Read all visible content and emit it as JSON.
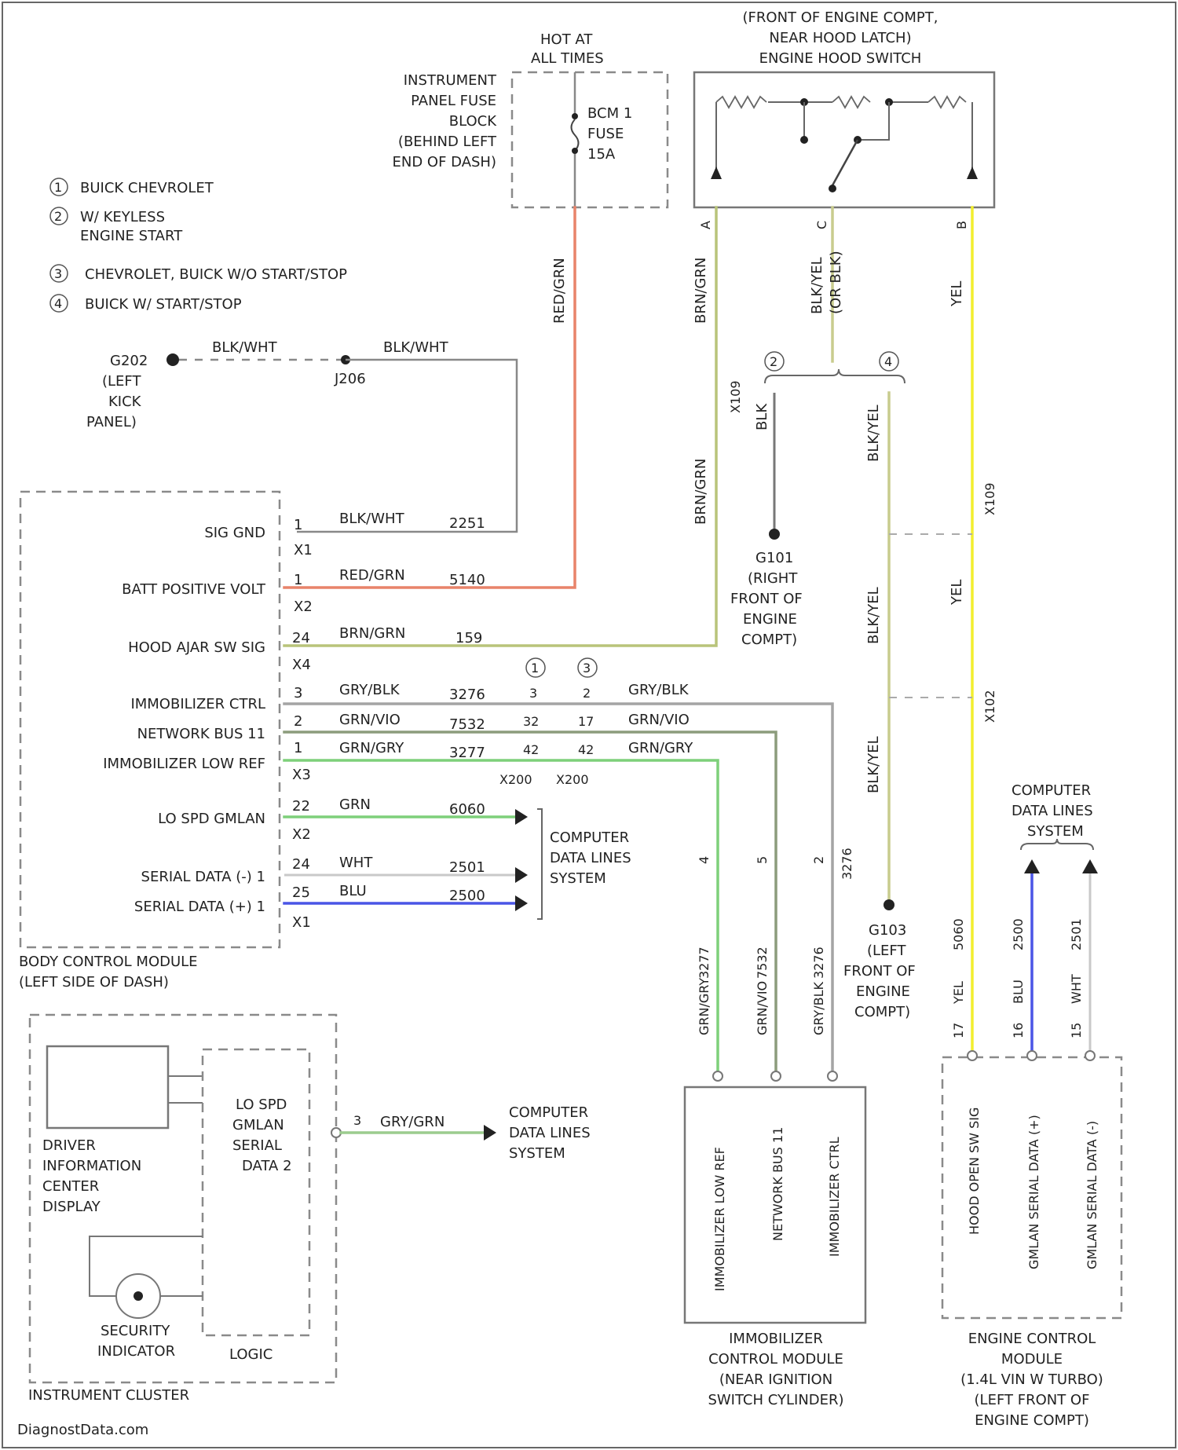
{
  "notes": {
    "n1": "BUICK CHEVROLET",
    "n2a": "W/ KEYLESS",
    "n2b": "ENGINE START",
    "n3": "CHEVROLET, BUICK W/O START/STOP",
    "n4": "BUICK W/ START/STOP",
    "nums": [
      "1",
      "2",
      "3",
      "4"
    ]
  },
  "hot_at": [
    "HOT AT",
    "ALL TIMES"
  ],
  "ipfb": [
    "INSTRUMENT",
    "PANEL FUSE",
    "BLOCK",
    "(BEHIND LEFT",
    "END OF DASH)"
  ],
  "fuse": [
    "BCM 1",
    "FUSE",
    "15A"
  ],
  "hood_switch": [
    "(FRONT OF ENGINE COMPT,",
    "NEAR HOOD LATCH)",
    "ENGINE HOOD SWITCH"
  ],
  "ground_g202": [
    "G202",
    "(LEFT",
    "KICK",
    "PANEL)"
  ],
  "j206": "J206",
  "blkwht": "BLK/WHT",
  "bcm_pins": [
    {
      "name": "SIG GND",
      "pin": "1",
      "conn": "X1",
      "wire": "BLK/WHT",
      "circuit": "2251"
    },
    {
      "name": "BATT POSITIVE VOLT",
      "pin": "1",
      "conn": "X2",
      "wire": "RED/GRN",
      "circuit": "5140"
    },
    {
      "name": "HOOD AJAR SW SIG",
      "pin": "24",
      "conn": "X4",
      "wire": "BRN/GRN",
      "circuit": "159"
    },
    {
      "name": "IMMOBILIZER CTRL",
      "pin": "3",
      "conn": "",
      "wire": "GRY/BLK",
      "circuit": "3276"
    },
    {
      "name": "NETWORK BUS 11",
      "pin": "2",
      "conn": "",
      "wire": "GRN/VIO",
      "circuit": "7532"
    },
    {
      "name": "IMMOBILIZER LOW REF",
      "pin": "1",
      "conn": "X3",
      "wire": "GRN/GRY",
      "circuit": "3277"
    },
    {
      "name": "LO SPD GMLAN",
      "pin": "22",
      "conn": "X2",
      "wire": "GRN",
      "circuit": "6060"
    },
    {
      "name": "SERIAL DATA (-) 1",
      "pin": "24",
      "conn": "",
      "wire": "WHT",
      "circuit": "2501"
    },
    {
      "name": "SERIAL DATA (+) 1",
      "pin": "25",
      "conn": "X1",
      "wire": "BLU",
      "circuit": "2500"
    }
  ],
  "x200": {
    "pins_a": [
      "3",
      "32",
      "42"
    ],
    "pins_b": [
      "2",
      "17",
      "42"
    ],
    "label": "X200"
  },
  "bcm_label": [
    "BODY CONTROL MODULE",
    "(LEFT SIDE OF DASH)"
  ],
  "cdls": [
    "COMPUTER",
    "DATA LINES",
    "SYSTEM"
  ],
  "red_grn": "RED/GRN",
  "brn_grn": "BRN/GRN",
  "blk_wht_grn": "BLK/YEL",
  "blk_wht_grn2": "(OR BLK)",
  "yel": "YEL",
  "blk": "BLK",
  "blkyel": "BLK/YEL",
  "hood_pins": [
    "A",
    "C",
    "B"
  ],
  "x109": "X109",
  "g101": [
    "G101",
    "(RIGHT",
    "FRONT OF",
    "ENGINE",
    "COMPT)"
  ],
  "g103": [
    "G103",
    "(LEFT",
    "FRONT OF",
    "ENGINE",
    "COMPT)"
  ],
  "ecm_cdls": [
    "COMPUTER",
    "DATA LINES",
    "SYSTEM"
  ],
  "icm_wires": [
    {
      "wire": "GRN/GRY",
      "circuit": "3277",
      "pin": "4"
    },
    {
      "wire": "GRN/VIO",
      "circuit": "7532",
      "pin": "5"
    },
    {
      "wire": "GRY/BLK",
      "circuit": "3276",
      "pin": "2"
    }
  ],
  "icm_pins": [
    "IMMOBILIZER LOW REF",
    "NETWORK BUS 11",
    "IMMOBILIZER CTRL"
  ],
  "icm_label": [
    "IMMOBILIZER",
    "CONTROL MODULE",
    "(NEAR IGNITION",
    "SWITCH CYLINDER)"
  ],
  "ecm_wires": [
    {
      "wire": "YEL",
      "circuit": "5060",
      "pin": "17"
    },
    {
      "wire": "BLU",
      "circuit": "2500",
      "pin": "16"
    },
    {
      "wire": "WHT",
      "circuit": "2501",
      "pin": "15"
    }
  ],
  "ecm_pins": [
    "HOOD OPEN SW SIG",
    "GMLAN SERIAL DATA (+)",
    "GMLAN SERIAL DATA (-)"
  ],
  "ecm_label": [
    "ENGINE CONTROL",
    "MODULE",
    "(1.4L VIN W TURBO)",
    "(LEFT FRONT OF",
    "ENGINE COMPT)"
  ],
  "x102": "X102",
  "circuit_3276": "3276",
  "dic": [
    "DRIVER",
    "INFORMATION",
    "CENTER",
    "DISPLAY"
  ],
  "ic_logic": [
    "LO SPD",
    "GMLAN",
    "SERIAL",
    "DATA 2"
  ],
  "ic_wire": {
    "pin": "3",
    "wire": "GRY/GRN"
  },
  "ic_cdls": [
    "COMPUTER",
    "DATA LINES",
    "SYSTEM"
  ],
  "security": [
    "SECURITY",
    "INDICATOR"
  ],
  "logic": "LOGIC",
  "ic_label": "INSTRUMENT CLUSTER",
  "watermark": "DiagnostData.com",
  "colors": {
    "red_grn": "#e8836a",
    "brn_grn": "#b9c47a",
    "yellow": "#f2ee2e",
    "green": "#7ed07a",
    "blue": "#4a55e6",
    "gray": "#9a9a9a",
    "olive": "#c8cc8e"
  }
}
